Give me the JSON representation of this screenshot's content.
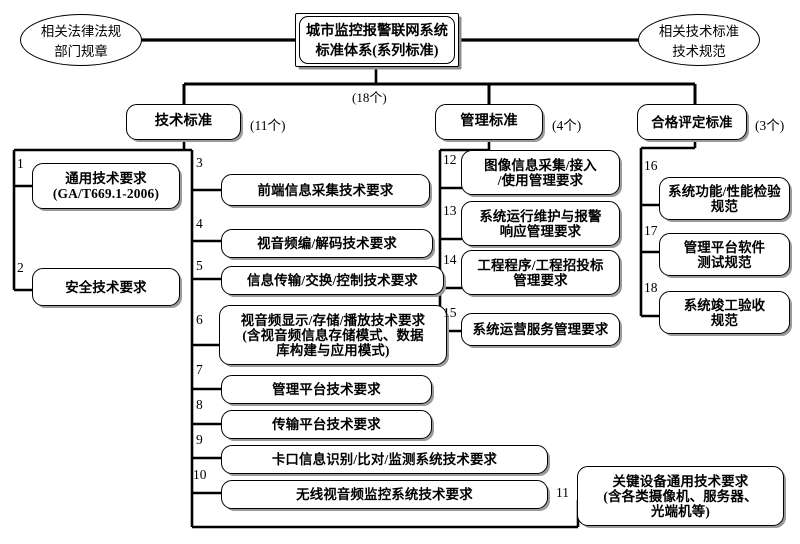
{
  "diagram": {
    "title_root": "城市监控报警联网系统\n标准体系(系列标准)",
    "root_line1": "城市监控报警联网系统",
    "root_line2": "标准体系(系列标准)",
    "left_ellipse_line1": "相关法律法规",
    "left_ellipse_line2": "部门规章",
    "right_ellipse_line1": "相关技术标准",
    "right_ellipse_line2": "技术规范",
    "root_count": "(18个)",
    "categories": [
      {
        "label": "技术标准",
        "count": "(11个)"
      },
      {
        "label": "管理标准",
        "count": "(4个)"
      },
      {
        "label": "合格评定标准",
        "count": "(3个)"
      }
    ],
    "items": [
      {
        "num": "1",
        "lines": [
          "通用技术要求",
          "(GA/T669.1-2006)"
        ]
      },
      {
        "num": "2",
        "lines": [
          "安全技术要求"
        ]
      },
      {
        "num": "3",
        "lines": [
          "前端信息采集技术要求"
        ]
      },
      {
        "num": "4",
        "lines": [
          "视音频编/解码技术要求"
        ]
      },
      {
        "num": "5",
        "lines": [
          "信息传输/交换/控制技术要求"
        ]
      },
      {
        "num": "6",
        "lines": [
          "视音频显示/存储/播放技术要求",
          "(含视音频信息存储模式、数据",
          "库构建与应用模式)"
        ]
      },
      {
        "num": "7",
        "lines": [
          "管理平台技术要求"
        ]
      },
      {
        "num": "8",
        "lines": [
          "传输平台技术要求"
        ]
      },
      {
        "num": "9",
        "lines": [
          "卡口信息识别/比对/监测系统技术要求"
        ]
      },
      {
        "num": "10",
        "lines": [
          "无线视音频监控系统技术要求"
        ]
      },
      {
        "num": "11",
        "lines": [
          "关键设备通用技术要求",
          "(含各类摄像机、服务器、",
          "光端机等)"
        ]
      },
      {
        "num": "12",
        "lines": [
          "图像信息采集/接入",
          "/使用管理要求"
        ]
      },
      {
        "num": "13",
        "lines": [
          "系统运行维护与报警",
          "响应管理要求"
        ]
      },
      {
        "num": "14",
        "lines": [
          "工程程序/工程招投标",
          "管理要求"
        ]
      },
      {
        "num": "15",
        "lines": [
          "系统运营服务管理要求"
        ]
      },
      {
        "num": "16",
        "lines": [
          "系统功能/性能检验",
          "规范"
        ]
      },
      {
        "num": "17",
        "lines": [
          "管理平台软件",
          "测试规范"
        ]
      },
      {
        "num": "18",
        "lines": [
          "系统竣工验收",
          "规范"
        ]
      }
    ],
    "colors": {
      "line": "#000000",
      "fill": "#ffffff",
      "shadow": "#9a9a9a"
    }
  }
}
